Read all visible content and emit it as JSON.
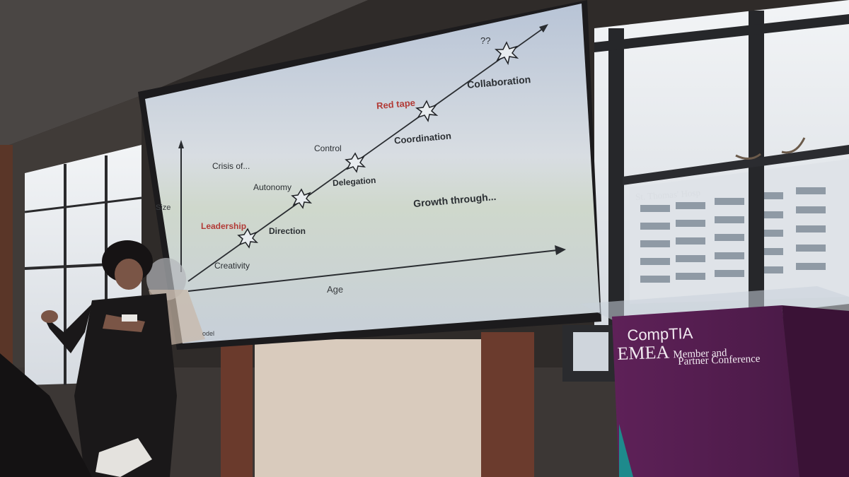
{
  "slide": {
    "y_axis_label": "Size",
    "x_axis_label": "Age",
    "crisis_header": "Crisis of...",
    "growth_header": "Growth through...",
    "crises": [
      "Leadership",
      "Autonomy",
      "Control",
      "Red tape",
      "??"
    ],
    "growths": [
      "Creativity",
      "Direction",
      "Delegation",
      "Coordination",
      "Collaboration"
    ],
    "footer_fragment": "odel"
  },
  "podium": {
    "brand": "CompTIA",
    "region": "EMEA",
    "line1": "Member and",
    "line2": "Partner Conference"
  },
  "building_sign": "St. Thomas' Hosp",
  "colors": {
    "slide_bg": "#cfd6de",
    "crisis_red": "#b23a36",
    "podium_purple": "#5a1f55"
  }
}
